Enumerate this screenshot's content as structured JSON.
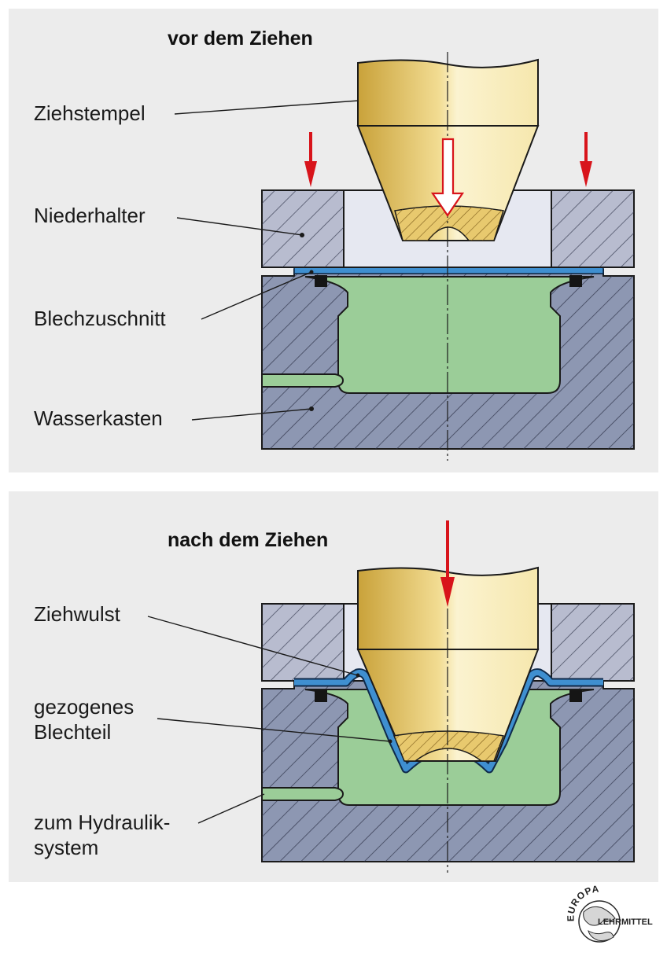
{
  "top_panel": {
    "title": "vor dem Ziehen",
    "labels": {
      "punch": "Ziehstempel",
      "holder": "Niederhalter",
      "blank": "Blechzuschnitt",
      "water_box": "Wasserkasten"
    }
  },
  "bottom_panel": {
    "title": "nach dem Ziehen",
    "labels": {
      "bead": "Ziehwulst",
      "part_line1": "gezogenes",
      "part_line2": "Blechteil",
      "hydraulic_line1": "zum Hydraulik-",
      "hydraulic_line2": "system"
    }
  },
  "logo": {
    "arc_text": "EUROPA",
    "text": "LEHRMITTEL"
  },
  "colors": {
    "panel_background": "#ececec",
    "steel_blue_grey": "#8d97b2",
    "holder_grey": "#b8bccf",
    "water_green": "#9bcd98",
    "sheet_blue": "#3f8fd0",
    "arrow_red": "#d8141b",
    "punch_gold": "#e8c96e"
  }
}
